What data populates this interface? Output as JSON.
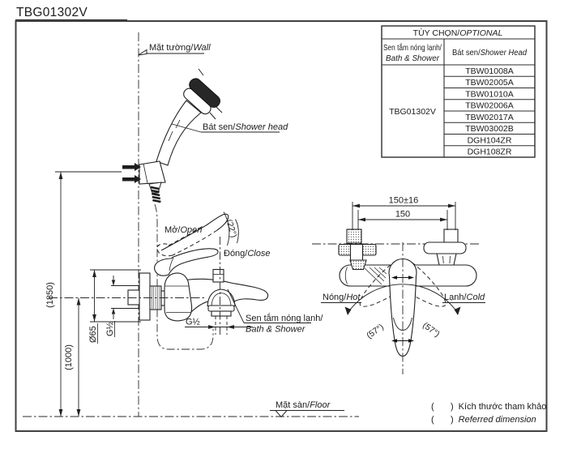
{
  "title": "TBG01302V",
  "table": {
    "header_vi": "TÙY CHỌN/",
    "header_en": "OPTIONAL",
    "col_shower_vi": "Sen tắm nóng lạnh/",
    "col_shower_en": "Bath & Shower",
    "col_head_vi": "Bát sen/",
    "col_head_en": "Shower Head",
    "model": "TBG01302V",
    "heads": [
      "TBW01008A",
      "TBW02005A",
      "TBW01010A",
      "TBW02006A",
      "TBW02017A",
      "TBW03002B",
      "DGH104ZR",
      "DGH108ZR"
    ]
  },
  "labels": {
    "wall_vi": "Mặt tường/",
    "wall_en": "Wall",
    "floor_vi": "Mặt sàn/",
    "floor_en": "Floor",
    "shower_head_vi": "Bát sen/",
    "shower_head_en": "Shower head",
    "open_vi": "Mở/",
    "open_en": "Open",
    "close_vi": "Đóng/",
    "close_en": "Close",
    "bath_shower_vi": "Sen tắm nóng lạnh/",
    "bath_shower_en": "Bath & Shower",
    "hot_vi": "Nóng/",
    "hot_en": "Hot",
    "cold_vi": "Lạnh/",
    "cold_en": "Cold"
  },
  "dimensions": {
    "height_bracket": "(1850)",
    "height_faucet": "(1000)",
    "flange_dia": "Ø65",
    "thread_wall": "G½",
    "thread_outlet": "G½",
    "span_tolerance": "150±16",
    "span": "150",
    "open_angle": "(22°)",
    "swing_left": "(57°)",
    "swing_right": "(57°)"
  },
  "legend": {
    "open_paren": "(",
    "close_paren": ")",
    "line1": "Kích thước tham khảo",
    "line2": "Referred dimension"
  }
}
